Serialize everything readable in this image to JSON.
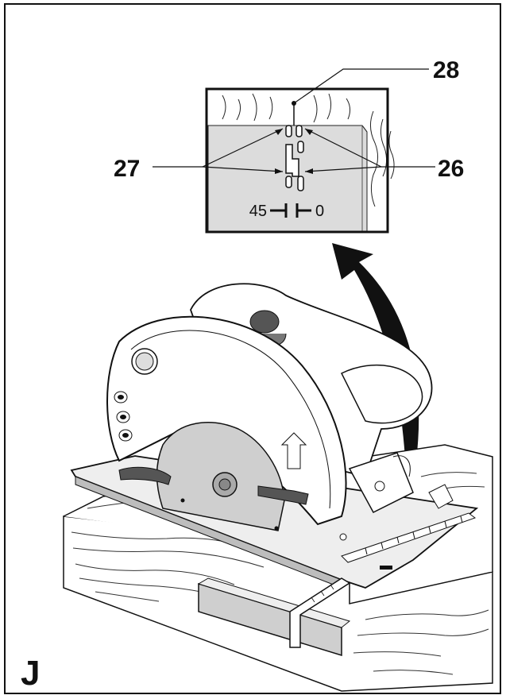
{
  "figure": {
    "letter": "J"
  },
  "callouts": {
    "c26": "26",
    "c27": "27",
    "c28": "28"
  },
  "inset": {
    "scale_left": "45",
    "scale_right": "0"
  },
  "colors": {
    "ink": "#111111",
    "inset_fill": "#dcdcdc",
    "blade_fill": "#cfcfcf",
    "wood_fill": "#ffffff"
  }
}
